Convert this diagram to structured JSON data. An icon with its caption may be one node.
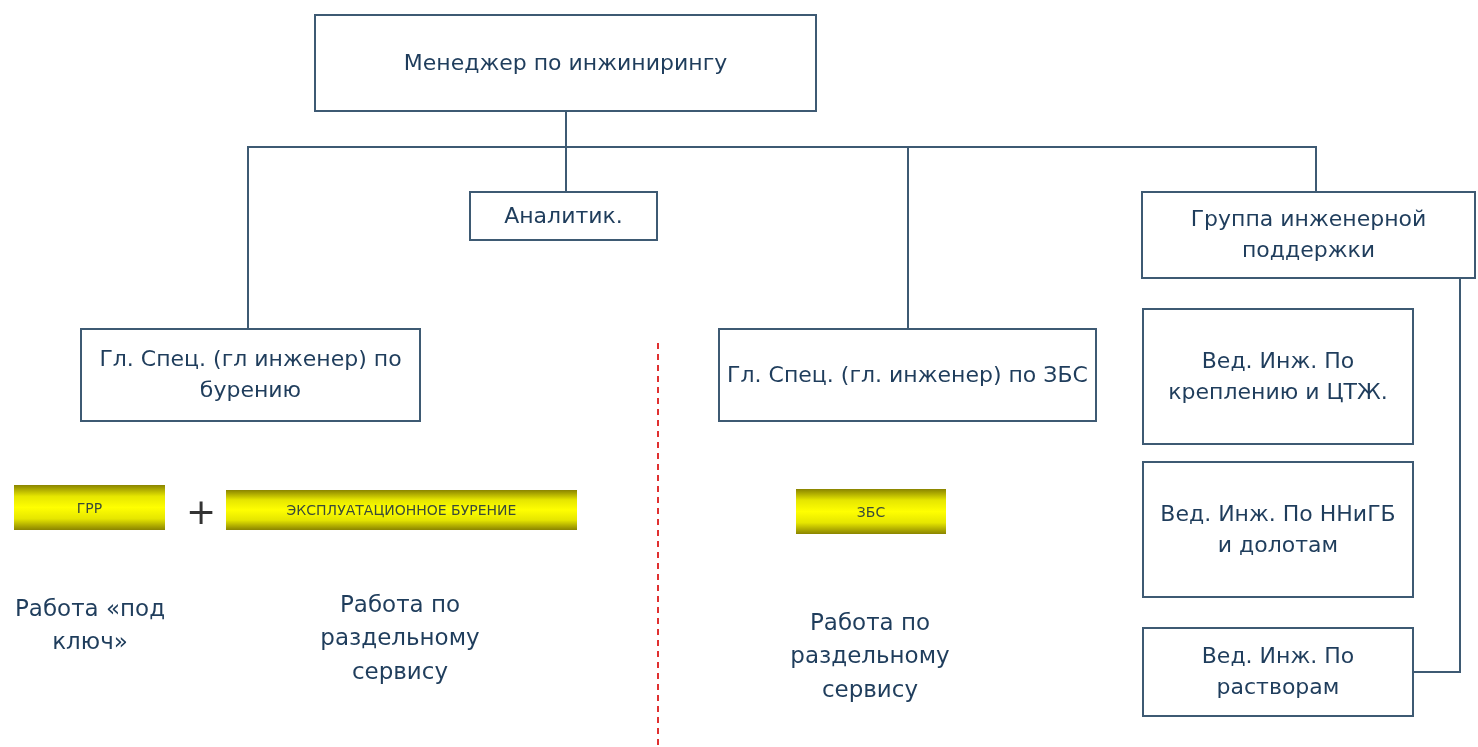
{
  "diagram": {
    "nodes": [
      {
        "text": [
          "Менеджер по инжинирингу"
        ]
      },
      {
        "text": [
          "Аналитик."
        ]
      },
      {
        "text": [
          "Группа инженерной поддержки"
        ]
      },
      {
        "text": [
          "Гл. Спец. (гл инженер) по бурению"
        ]
      },
      {
        "text": [
          "Гл. Спец. (гл. инженер) по ЗБС"
        ]
      },
      {
        "text": [
          "Вед. Инж. По креплению и ЦТЖ."
        ]
      },
      {
        "text": [
          "Вед. Инж. По ННиГБ и долотам"
        ]
      },
      {
        "text": [
          "Вед. Инж. По растворам"
        ]
      },
      {
        "text": [
          "ГРР"
        ]
      },
      {
        "text": [
          "ЭКСПЛУАТАЦИОННОЕ БУРЕНИЕ"
        ]
      },
      {
        "text": [
          "ЗБС"
        ]
      }
    ],
    "edges": [
      {
        "from": 0,
        "to": 1,
        "arrow": "none"
      },
      {
        "from": 0,
        "to": 3,
        "arrow": "none"
      },
      {
        "from": 0,
        "to": 4,
        "arrow": "none"
      },
      {
        "from": 0,
        "to": 2,
        "arrow": "none"
      },
      {
        "from": 2,
        "to": 7,
        "arrow": "none"
      }
    ],
    "labels": [
      "+",
      "Работа «под ключ»",
      "Работа по раздельному сервису",
      "Работа по раздельному сервису"
    ]
  }
}
